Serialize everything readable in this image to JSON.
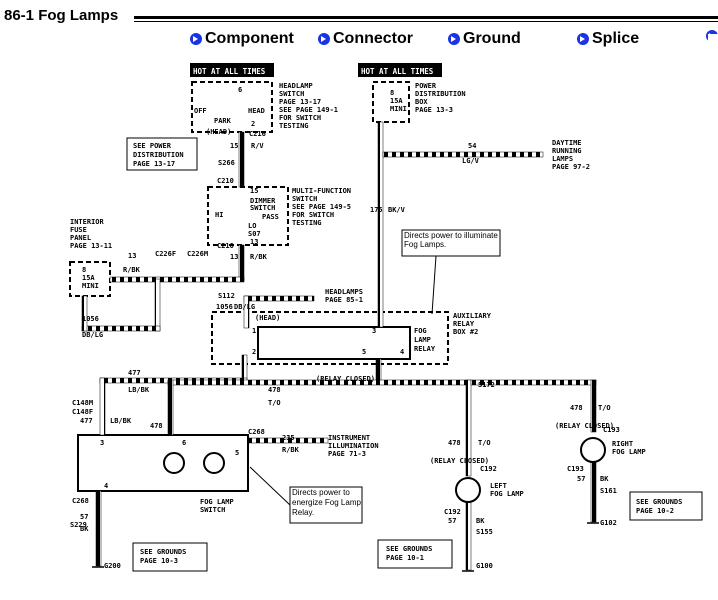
{
  "title": "86-1 Fog Lamps",
  "nav": [
    {
      "label": "Component",
      "icon": "arrow-circle-icon"
    },
    {
      "label": "Connector",
      "icon": "arrow-circle-icon"
    },
    {
      "label": "Ground",
      "icon": "arrow-circle-icon"
    },
    {
      "label": "Splice",
      "icon": "arrow-circle-icon"
    }
  ],
  "hot": [
    "HOT AT ALL TIMES",
    "HOT AT ALL TIMES"
  ],
  "headlamp_switch": {
    "label": [
      "HEADLAMP",
      "SWITCH",
      "PAGE  13-17",
      "SEE PAGE 149-1",
      "FOR SWITCH",
      "TESTING"
    ],
    "pins": [
      "6",
      "2"
    ],
    "positions": [
      "OFF",
      "PARK",
      "HEAD"
    ]
  },
  "pdb": {
    "label": [
      "POWER",
      "DISTRIBUTION",
      "BOX",
      "PAGE  13-3"
    ],
    "fuse": [
      "8",
      "15A",
      "MINI"
    ]
  },
  "see_pdb": [
    "SEE  POWER",
    "DISTRIBUTION",
    "PAGE  13-17"
  ],
  "mfs": {
    "label": [
      "MULTI-FUNCTION",
      "SWITCH",
      "SEE PAGE 149-5",
      "FOR SWITCH",
      "TESTING"
    ],
    "inner": [
      "DIMMER",
      "SWITCH",
      "PASS",
      "HI",
      "LO",
      "S07"
    ],
    "pins": [
      "15",
      "13"
    ]
  },
  "ifp": {
    "label": [
      "INTERIOR",
      "FUSE",
      "PANEL",
      "PAGE  13-11"
    ],
    "fuse": [
      "8",
      "15A",
      "MINI"
    ]
  },
  "drl": {
    "circuit": "54",
    "color": "LG/V",
    "label": [
      "DAYTIME",
      "RUNNING",
      "LAMPS",
      "PAGE  97-2"
    ]
  },
  "callouts": [
    "Directs power to illuminate Fog Lamps.",
    "Directs  power to energize Fog Lamp Relay."
  ],
  "headlamps": {
    "label": [
      "HEADLAMPS",
      "PAGE  85-1"
    ],
    "circuit": "1056",
    "color": "DB/LG"
  },
  "arb": {
    "label": [
      "AUXILIARY",
      "RELAY",
      "BOX #2"
    ],
    "relay": [
      "FOG",
      "LAMP",
      "RELAY"
    ],
    "pins": [
      "1",
      "3",
      "2",
      "5",
      "4"
    ]
  },
  "connectors": [
    "C216",
    "C210",
    "C210",
    "C226F",
    "C226M",
    "S266",
    "S112",
    "C148M",
    "C148F",
    "C268",
    "C268",
    "C268",
    "S172",
    "C192",
    "C192",
    "C193",
    "C193",
    "S229",
    "S155",
    "S161"
  ],
  "wires": [
    "15",
    "R/V",
    "13",
    "R/BK",
    "175",
    "BK/V",
    "13",
    "R/BK",
    "1056",
    "DB/LG",
    "477",
    "LB/BK",
    "478",
    "T/O",
    "235",
    "R/BK",
    "57",
    "BK"
  ],
  "fog_switch": {
    "label": [
      "FOG LAMP",
      "SWITCH"
    ],
    "pins": [
      "3",
      "6",
      "5",
      "4"
    ]
  },
  "instrument": {
    "label": [
      "INSTRUMENT",
      "ILLUMINATION",
      "PAGE  71-3"
    ]
  },
  "left_fog": {
    "label": [
      "LEFT",
      "FOG LAMP"
    ]
  },
  "right_fog": {
    "label": [
      "RIGHT",
      "FOG LAMP"
    ]
  },
  "grounds": [
    {
      "label": [
        "SEE  GROUNDS",
        "PAGE  10-3"
      ],
      "g": "G200"
    },
    {
      "label": [
        "SEE  GROUNDS",
        "PAGE  10-1"
      ],
      "g": "G100"
    },
    {
      "label": [
        "SEE  GROUNDS",
        "PAGE  10-2"
      ],
      "g": "G102"
    }
  ],
  "misc": [
    "(HEAD)",
    "(RELAY CLOSED)",
    "(RELAY CLOSED)",
    "(RELAY CLOSED)",
    "(HEAD)"
  ]
}
